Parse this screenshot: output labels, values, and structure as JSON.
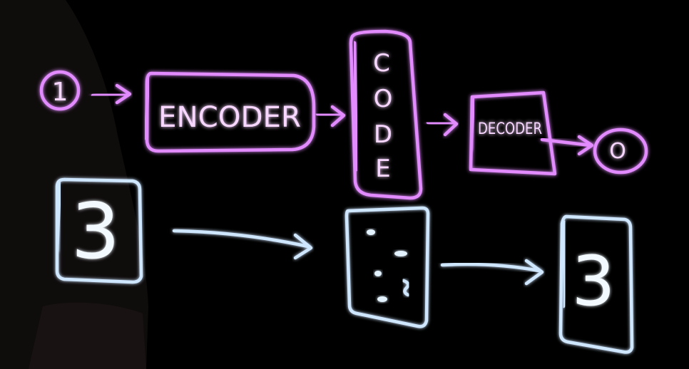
{
  "diagram": {
    "input_label": "1",
    "encoder_label": "ENCODER",
    "code_letters": [
      "C",
      "O",
      "D",
      "E"
    ],
    "decoder_label": "DECODER",
    "output_label": "O",
    "example_input_digit": "3",
    "example_output_digit": "3"
  },
  "colors": {
    "background": "#000000",
    "top_row_ink": "#e28bff",
    "bottom_row_ink": "#cfe6ff"
  }
}
